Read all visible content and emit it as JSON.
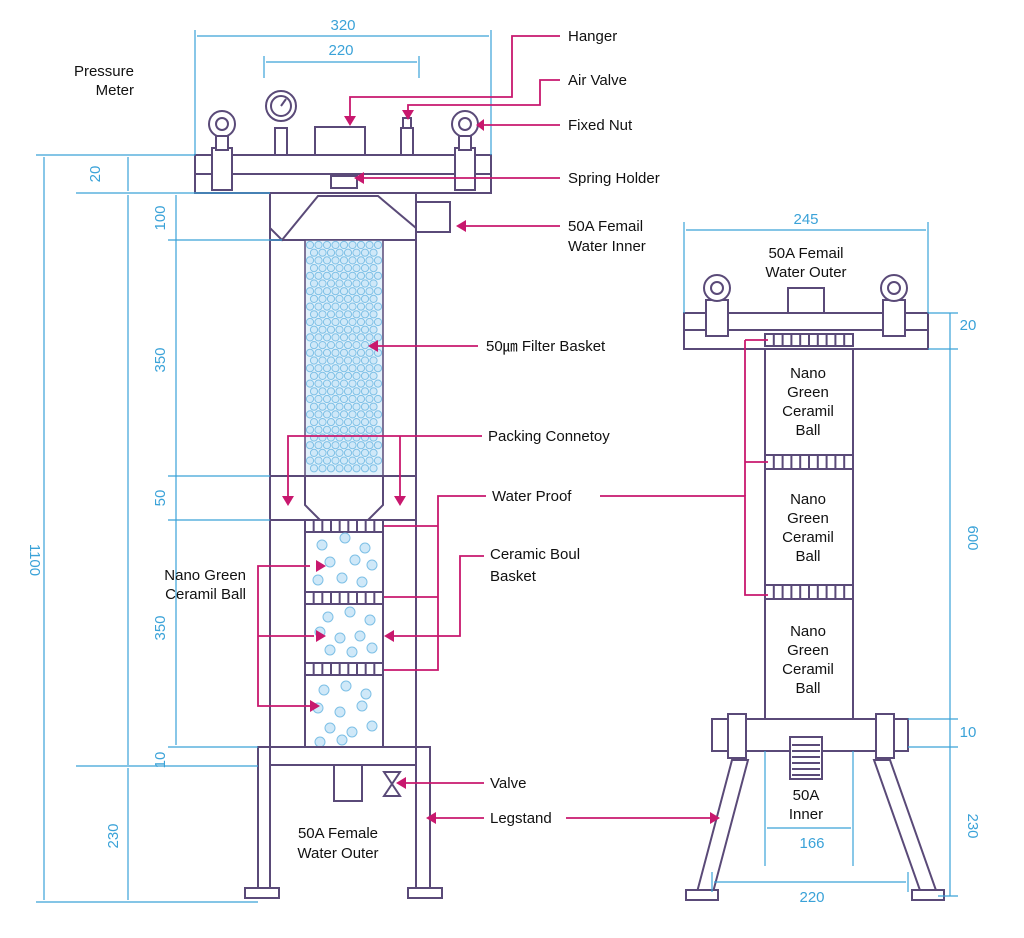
{
  "dimensions": {
    "main_width": "320",
    "main_inner_width": "220",
    "total_height": "1100",
    "top_plate": "20",
    "cone": "100",
    "filter": "350",
    "packing": "50",
    "ceramic": "350",
    "bottom_plate": "10",
    "leg": "230",
    "side_width": "245",
    "side_top": "20",
    "side_body": "600",
    "side_bottom": "10",
    "side_leg": "230",
    "side_inner": "166",
    "side_base": "220"
  },
  "labels": {
    "pressure_meter": [
      "Pressure",
      "Meter"
    ],
    "hanger": "Hanger",
    "air_valve": "Air Valve",
    "fixed_nut": "Fixed Nut",
    "spring_holder": "Spring Holder",
    "water_inner": [
      "50A Femail",
      "Water Inner"
    ],
    "filter_basket": "50㎛ Filter Basket",
    "packing": "Packing Connetoy",
    "water_proof": "Water Proof",
    "ceramic_basket": [
      "Ceramic Boul",
      "Basket"
    ],
    "nano_ball_left": [
      "Nano Green",
      "Ceramil Ball"
    ],
    "valve": "Valve",
    "legstand": "Legstand",
    "water_outer_main": [
      "50A Female",
      "Water Outer"
    ],
    "water_outer_side": [
      "50A Femail",
      "Water Outer"
    ],
    "nano_ball_side": [
      "Nano",
      "Green",
      "Ceramil",
      "Ball"
    ],
    "inner_side": [
      "50A",
      "Inner"
    ]
  },
  "colors": {
    "dimension": "#3aa2d8",
    "leader": "#c8186e",
    "outline": "#5a4a78",
    "ball": "#cfe8f8"
  }
}
